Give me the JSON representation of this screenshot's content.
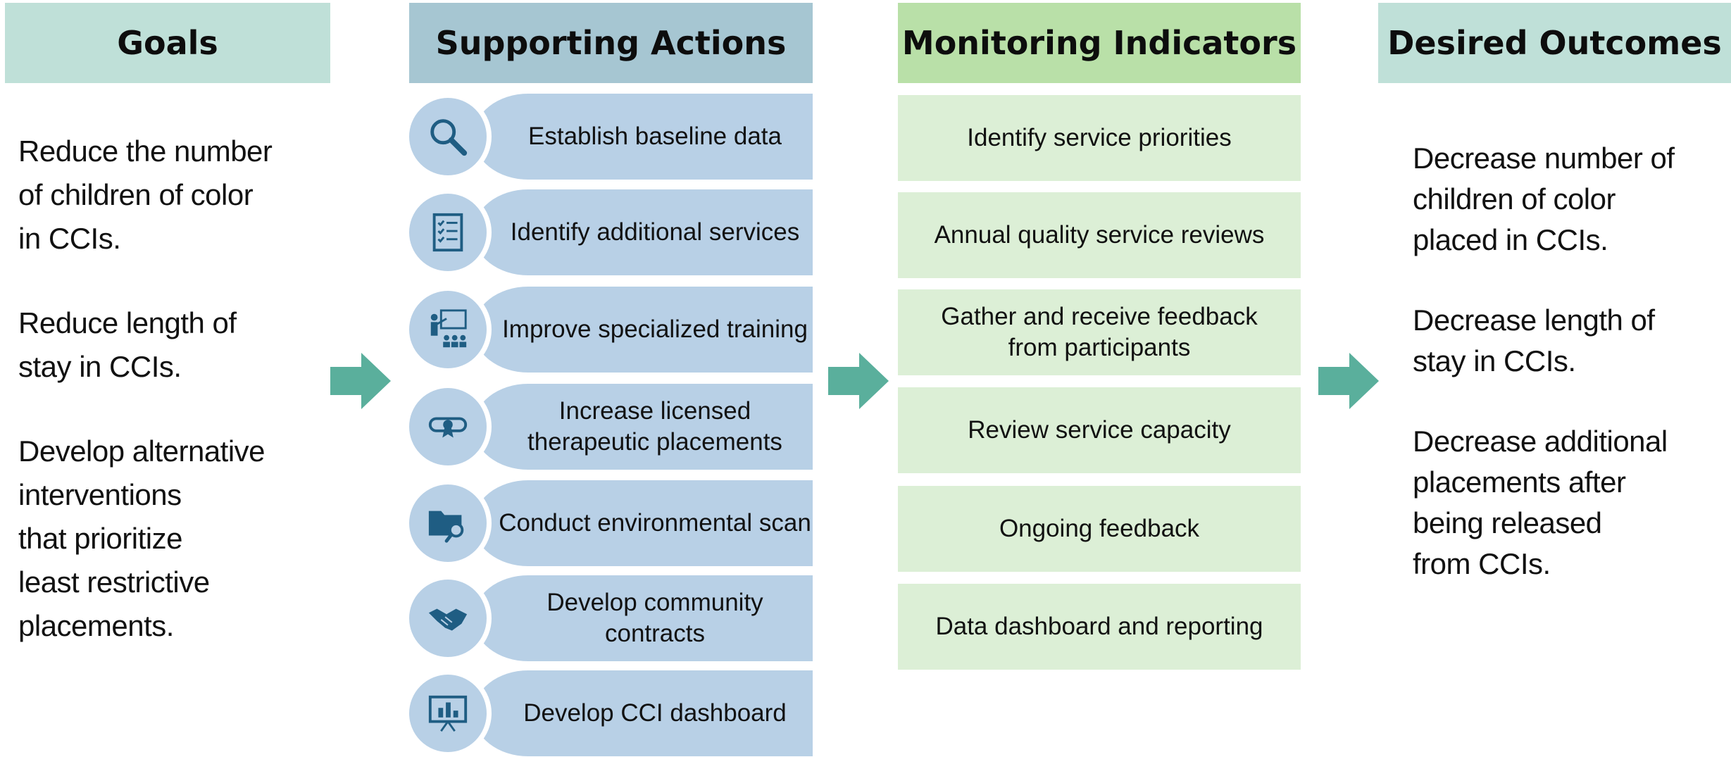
{
  "columns": {
    "goals": {
      "title": "Goals",
      "color": "#bfe0d8",
      "items": [
        "Reduce the number\nof children of color\n in CCIs.",
        "Reduce length of\nstay in CCIs.",
        "Develop alternative\ninterventions\nthat prioritize\nleast restrictive\nplacements."
      ]
    },
    "actions": {
      "title": "Supporting Actions",
      "color": "#a6c6d2",
      "items": [
        {
          "label": "Establish baseline data",
          "icon": "magnifier-icon"
        },
        {
          "label": "Identify additional services",
          "icon": "checklist-icon"
        },
        {
          "label": "Improve specialized training",
          "icon": "presentation-training-icon"
        },
        {
          "label": "Increase licensed\ntherapeutic placements",
          "icon": "certificate-icon"
        },
        {
          "label": "Conduct environmental scan",
          "icon": "folder-search-icon"
        },
        {
          "label": "Develop community\ncontracts",
          "icon": "handshake-icon"
        },
        {
          "label": "Develop CCI dashboard",
          "icon": "dashboard-chart-icon"
        }
      ]
    },
    "indicators": {
      "title": "Monitoring Indicators",
      "color": "#b9e0a8",
      "items": [
        "Identify service priorities",
        "Annual quality service reviews",
        "Gather and receive feedback\nfrom participants",
        "Review service capacity",
        "Ongoing feedback",
        "Data dashboard and reporting"
      ]
    },
    "outcomes": {
      "title": "Desired Outcomes",
      "color": "#bfe0d8",
      "items": [
        "Decrease number of\nchildren of color\nplaced in CCIs.",
        "Decrease length of\nstay in CCIs.",
        "Decrease additional\nplacements after\nbeing released\nfrom CCIs."
      ]
    }
  },
  "colors": {
    "arrow": "#5aaf9c",
    "action_fill": "#b8d0e6",
    "icon": "#1f5d83",
    "indicator_fill": "#dcefd6"
  }
}
